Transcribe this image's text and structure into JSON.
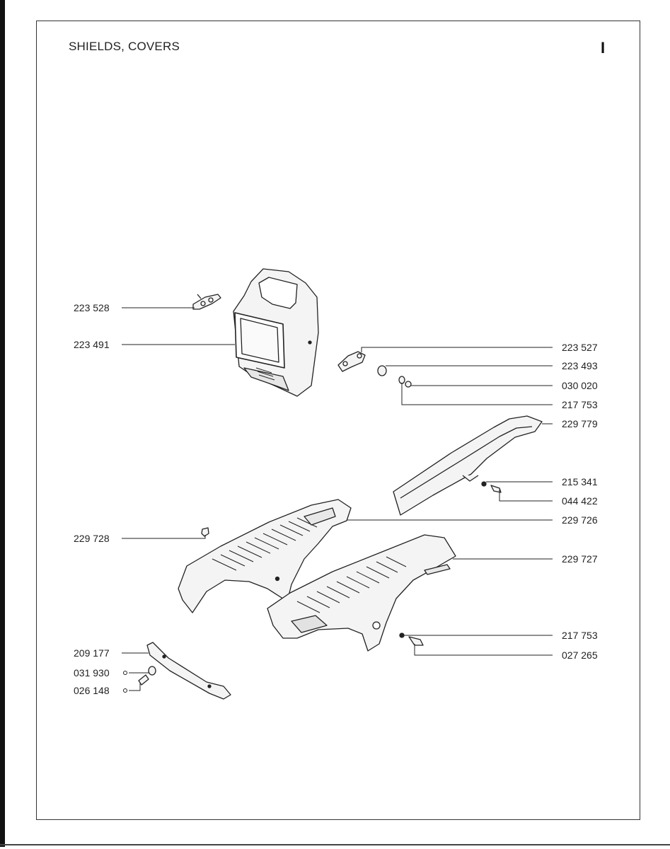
{
  "page": {
    "title": "SHIELDS, COVERS",
    "section_mark": "I"
  },
  "parts": {
    "p223528": "223 528",
    "p223491": "223 491",
    "p223527": "223 527",
    "p223493": "223 493",
    "p030020": "030 020",
    "p217753a": "217 753",
    "p229779": "229 779",
    "p215341": "215 341",
    "p044422": "044 422",
    "p229726": "229 726",
    "p229728": "229 728",
    "p229727": "229 727",
    "p217753b": "217 753",
    "p027265": "027 265",
    "p209177": "209 177",
    "p031930": "031 930",
    "p026148": "026 148"
  }
}
